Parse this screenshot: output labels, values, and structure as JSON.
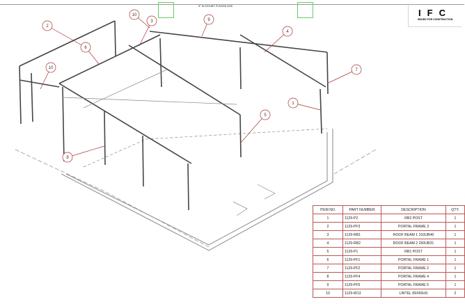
{
  "note": "IF IN DOUBT PLEASE ASK",
  "logo": {
    "main": "IFC",
    "sub": "ISSUED FOR CONSTRUCTION"
  },
  "balloons": [
    "2",
    "10",
    "3",
    "9",
    "4",
    "7",
    "1",
    "5",
    "6",
    "10",
    "8"
  ],
  "bom": {
    "headers": [
      "ITEM NO.",
      "PART NUMBER",
      "DESCRIPTION",
      "QTY."
    ],
    "rows": [
      [
        "1",
        "1129-P2",
        "RB2 POST",
        "1"
      ],
      [
        "2",
        "1129-PF3",
        "PORTAL FRAME 3",
        "1"
      ],
      [
        "3",
        "1129-RB1",
        "ROOF BEAM 1 310UB46",
        "1"
      ],
      [
        "4",
        "1129-RB2",
        "ROOF BEAM 2 250UB31",
        "1"
      ],
      [
        "5",
        "1129-P1",
        "RB1 POST",
        "1"
      ],
      [
        "6",
        "1129-PF1",
        "PORTAL FRAME 1",
        "1"
      ],
      [
        "7",
        "1129-PF2",
        "PORTAL FRAME 2",
        "1"
      ],
      [
        "8",
        "1129-PF4",
        "PORTAL FRAME 4",
        "1"
      ],
      [
        "9",
        "1129-PF5",
        "PORTAL FRAME 5",
        "1"
      ],
      [
        "10",
        "1129-W13",
        "LINTEL 89X65HS",
        "2"
      ]
    ]
  },
  "colors": {
    "balloon": "#aa3333",
    "frame_box": "#66cc66"
  }
}
